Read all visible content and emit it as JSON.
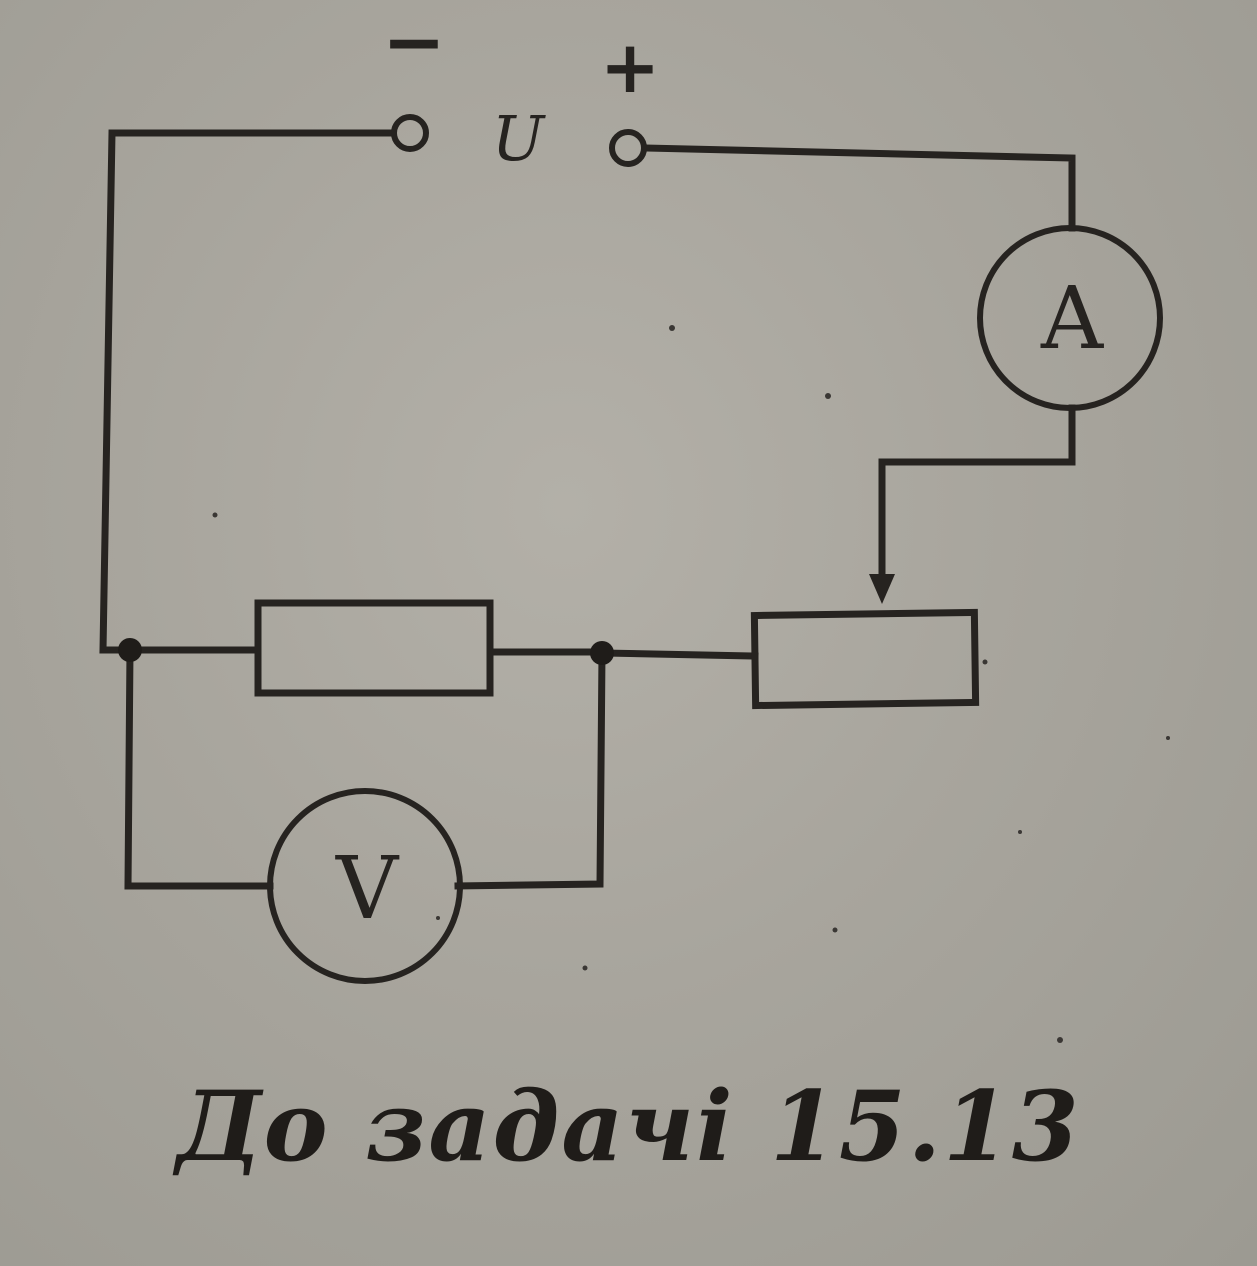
{
  "diagram": {
    "source_label": "U",
    "minus_sign": "−",
    "plus_sign": "+",
    "ammeter_label": "A",
    "voltmeter_label": "V"
  },
  "caption": "До задачі 15.13",
  "colors": {
    "paper": "#a6a39b",
    "ink": "#262320"
  }
}
